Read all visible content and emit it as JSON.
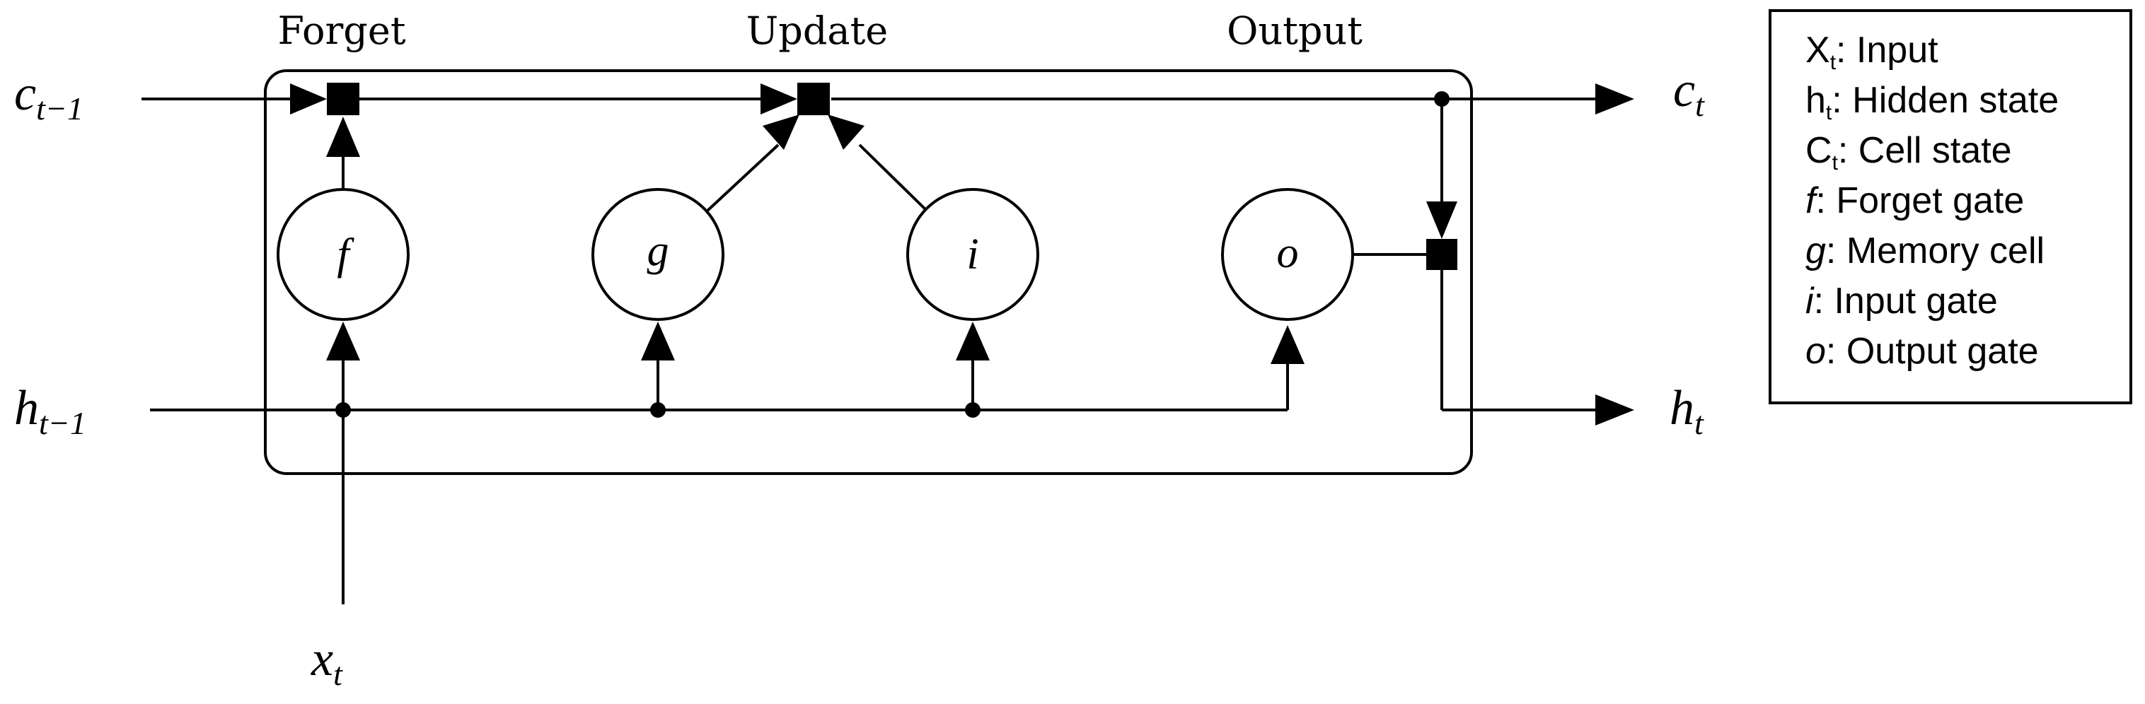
{
  "stages": {
    "forget": "Forget",
    "update": "Update",
    "output": "Output"
  },
  "signals": {
    "c_prev": {
      "base": "c",
      "sub": "t−1"
    },
    "h_prev": {
      "base": "h",
      "sub": "t−1"
    },
    "c_next": {
      "base": "c",
      "sub": "t"
    },
    "h_next": {
      "base": "h",
      "sub": "t"
    },
    "x": {
      "base": "x",
      "sub": "t"
    }
  },
  "gates": {
    "f": "f",
    "g": "g",
    "i": "i",
    "o": "o"
  },
  "legend": [
    {
      "symbol": "X",
      "sub": "t",
      "desc": ": Input"
    },
    {
      "symbol": "h",
      "sub": "t",
      "desc": ": Hidden state"
    },
    {
      "symbol": "C",
      "sub": "t",
      "desc": ": Cell state"
    },
    {
      "symbol": "f",
      "sub": "",
      "desc": ": Forget gate"
    },
    {
      "symbol": "g",
      "sub": "",
      "desc": ": Memory cell"
    },
    {
      "symbol": "i",
      "sub": "",
      "desc": ": Input gate"
    },
    {
      "symbol": "o",
      "sub": "",
      "desc": ": Output gate"
    }
  ]
}
